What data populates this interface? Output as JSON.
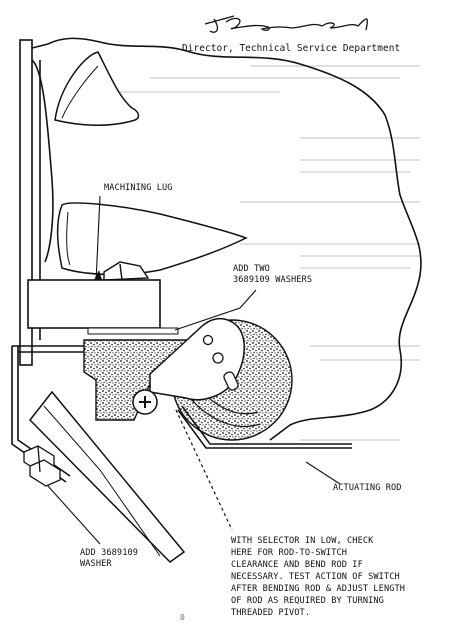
{
  "signature": {
    "title": "Director, Technical Service Department"
  },
  "labels": {
    "machining_lug": "MACHINING LUG",
    "add_two": [
      "ADD TWO",
      "3689109 WASHERS"
    ],
    "actuating_rod": "ACTUATING ROD",
    "add_washer": [
      "ADD 3689109",
      "WASHER"
    ],
    "note": [
      "WITH SELECTOR IN LOW, CHECK",
      "HERE FOR ROD-TO-SWITCH",
      "CLEARANCE AND BEND ROD IF",
      "NECESSARY.  TEST ACTION OF SWITCH",
      "AFTER BENDING ROD & ADJUST LENGTH",
      "OF ROD AS REQUIRED BY TURNING",
      "THREADED PIVOT."
    ],
    "figure_number": "0"
  },
  "colors": {
    "ink": "#111111",
    "paper": "#ffffff",
    "background_text": "#bbbbbb"
  }
}
